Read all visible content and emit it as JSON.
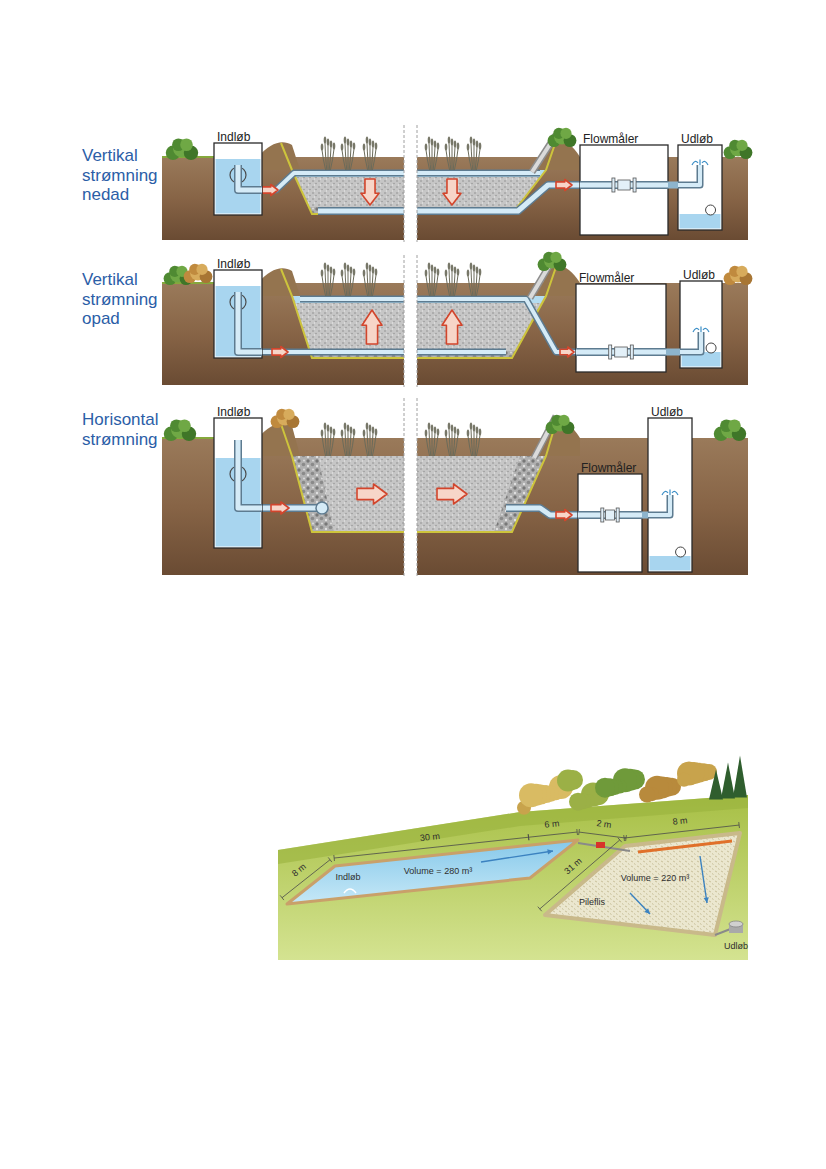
{
  "diagram": {
    "nodes": [
      {
        "text": [
          "Indløb"
        ]
      },
      {
        "text": [
          "Flowmåler"
        ]
      },
      {
        "text": [
          "Udløb"
        ]
      },
      {
        "text": [
          "Indløb"
        ]
      },
      {
        "text": [
          "Flowmåler"
        ]
      },
      {
        "text": [
          "Udløb"
        ]
      },
      {
        "text": [
          "Indløb"
        ]
      },
      {
        "text": [
          "Flowmåler"
        ]
      },
      {
        "text": [
          "Udløb"
        ]
      }
    ],
    "edges": [
      {
        "from": 1,
        "to": 2,
        "arrow": "none"
      },
      {
        "from": 4,
        "to": 5,
        "arrow": "none"
      },
      {
        "from": 7,
        "to": 8,
        "arrow": "none"
      }
    ],
    "labels": [
      "Vertikal strømning nedad",
      "Vertikal strømning opad",
      "Horisontal strømning",
      "Indløb",
      "30 m",
      "6 m",
      "2 m",
      "8 m",
      "31 m",
      "Volume = 280 m³",
      "8 m",
      "Volume = 220 m³",
      "Pileflis",
      "Udløb"
    ]
  }
}
